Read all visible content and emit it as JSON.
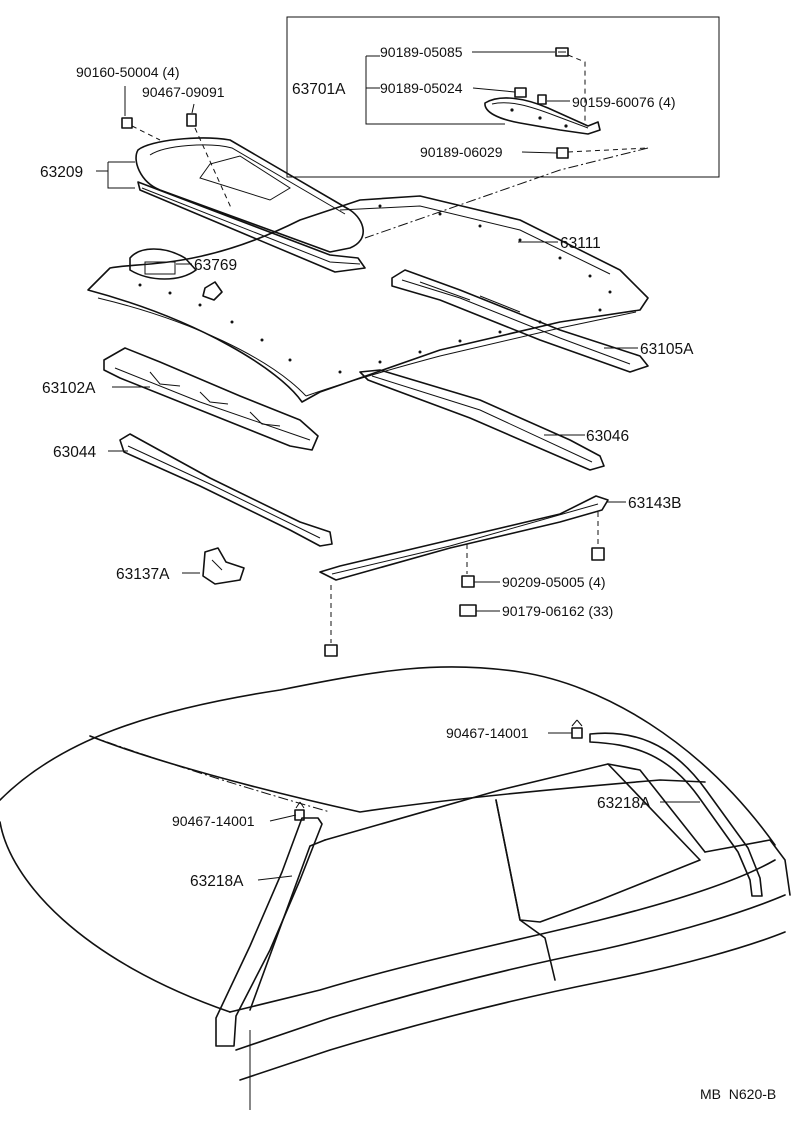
{
  "callouts": {
    "p90160": "90160-50004 (4)",
    "p90467_09091": "90467-09091",
    "p63209": "63209",
    "p63769": "63769",
    "p63102a": "63102A",
    "p63044": "63044",
    "p63137a": "63137A",
    "p63111": "63111",
    "p63105a": "63105A",
    "p63046": "63046",
    "p63143b": "63143B",
    "p90209": "90209-05005 (4)",
    "p90179": "90179-06162 (33)",
    "p63701a": "63701A",
    "p90189_05085": "90189-05085",
    "p90189_05024": "90189-05024",
    "p90159": "90159-60076 (4)",
    "p90189_06029": "90189-06029",
    "p90467_14001_top": "90467-14001",
    "p90467_14001_left": "90467-14001",
    "p63218a_right": "63218A",
    "p63218a_left": "63218A"
  },
  "footer": {
    "code": "MB  N620-B"
  }
}
